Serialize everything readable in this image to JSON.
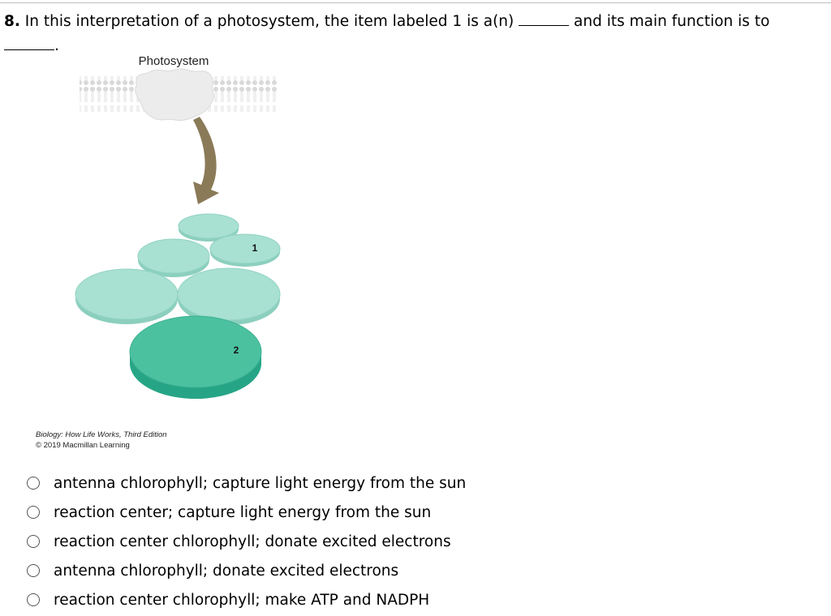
{
  "question": {
    "number": "8.",
    "text_before": " In this interpretation of a photosystem, the item labeled 1 is a(n) ",
    "text_middle": " and its main function is to ",
    "text_end": "."
  },
  "figure": {
    "title": "Photosystem",
    "label_1": "1",
    "label_2": "2",
    "credit_line1": "Biology: How Life Works, Third Edition",
    "credit_line2": "© 2019 Macmillan Learning",
    "colors": {
      "light_disc": "#a8e0d2",
      "light_disc_edge": "#8ccfbe",
      "dark_disc": "#4cc1a0",
      "dark_disc_edge": "#26a586",
      "arrow": "#8a7a58"
    }
  },
  "options": [
    {
      "label": "antenna chlorophyll; capture light energy from the sun"
    },
    {
      "label": "reaction center; capture light energy from the sun"
    },
    {
      "label": "reaction center chlorophyll; donate excited electrons"
    },
    {
      "label": "antenna chlorophyll; donate excited electrons"
    },
    {
      "label": "reaction center chlorophyll; make ATP and NADPH"
    }
  ]
}
